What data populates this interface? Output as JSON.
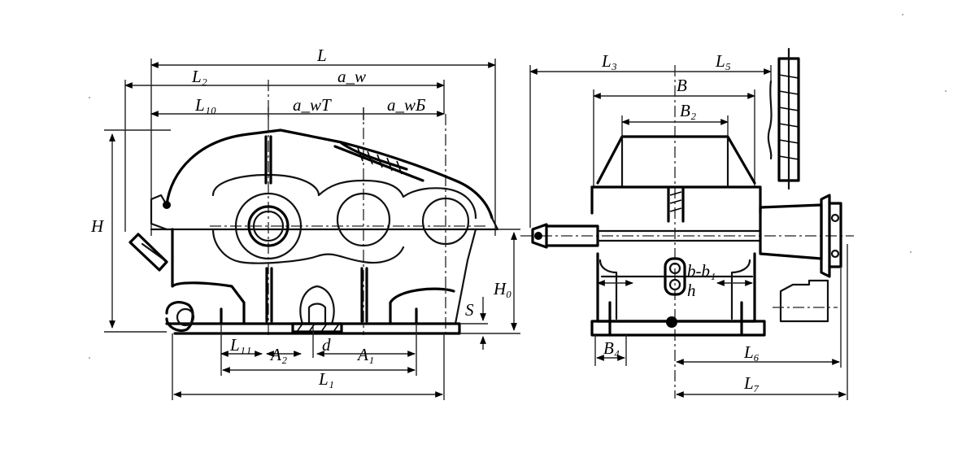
{
  "drawing": {
    "front_view_labels": {
      "L": "L",
      "L2": "L₂",
      "a_w": "a_w",
      "L10": "L₁₀",
      "a_wT": "a_wT",
      "a_wБ": "a_wБ",
      "H": "H",
      "H0": "H₀",
      "S": "S",
      "L11": "L₁₁",
      "A2": "A₂",
      "d": "d",
      "A1": "A₁",
      "L1": "L₁"
    },
    "side_view_labels": {
      "L3": "L₃",
      "L5": "L₅",
      "B": "B",
      "B2": "B₂",
      "b_b1": "b-b₁",
      "h": "h",
      "B4": "B₄",
      "L6": "L₆",
      "L7": "L₇"
    }
  }
}
